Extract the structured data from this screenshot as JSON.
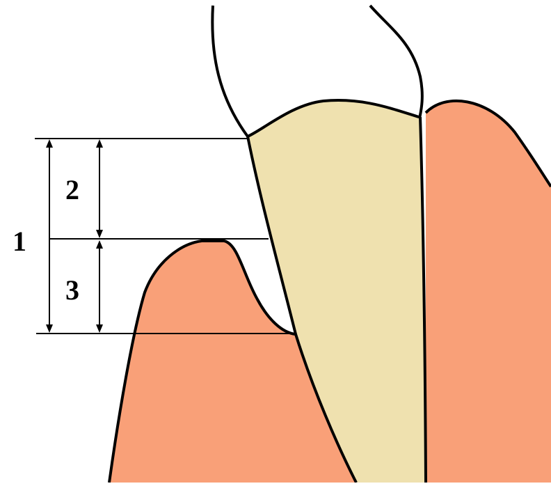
{
  "labels": {
    "total": "1",
    "upper": "2",
    "lower": "3"
  },
  "colors": {
    "gum": "#F9A078",
    "root": "#EFE1AF",
    "outline": "#000000",
    "background": "#FFFFFF"
  }
}
